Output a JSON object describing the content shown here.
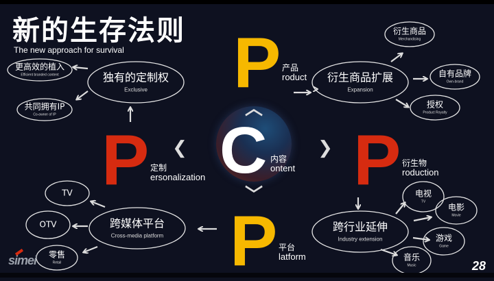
{
  "header": {
    "title": "新的生存法则",
    "subtitle": "The new approach for survival"
  },
  "center": {
    "letter": "C",
    "zh": "内容",
    "en": "ontent"
  },
  "ps": {
    "product": {
      "letter": "P",
      "zh": "产品",
      "en": "roduct"
    },
    "personalization": {
      "letter": "P",
      "zh": "定制",
      "en": "ersonalization"
    },
    "production": {
      "letter": "P",
      "zh": "衍生物",
      "en": "roduction"
    },
    "platform": {
      "letter": "P",
      "zh": "平台",
      "en": "latform"
    }
  },
  "chevrons": {
    "up": "︿",
    "down": "﹀",
    "left": "❮",
    "right": "❯"
  },
  "nodes": {
    "exclusive": {
      "zh": "独有的定制权",
      "en": "Exclusive"
    },
    "efficient": {
      "zh": "更高效的植入",
      "en": "Efficient branded content"
    },
    "coowner": {
      "zh": "共同拥有IP",
      "en": "Co-owner of IP"
    },
    "expansion": {
      "zh": "衍生商品扩展",
      "en": "Expansion"
    },
    "merch": {
      "zh": "衍生商品",
      "en": "Merchandising"
    },
    "ownbrand": {
      "zh": "自有品牌",
      "en": "Own-brand"
    },
    "royalty": {
      "zh": "授权",
      "en": "Product Royalty"
    },
    "crossmedia": {
      "zh": "跨媒体平台",
      "en": "Cross-media platform"
    },
    "tv_left": {
      "zh": "TV"
    },
    "otv": {
      "zh": "OTV"
    },
    "retail": {
      "zh": "零售",
      "en": "Retail"
    },
    "industry": {
      "zh": "跨行业延伸",
      "en": "Industry extension"
    },
    "tv_right": {
      "zh": "电视",
      "en": "TV"
    },
    "movie": {
      "zh": "电影",
      "en": "Movie"
    },
    "game": {
      "zh": "游戏",
      "en": "Game"
    },
    "music": {
      "zh": "音乐",
      "en": "Music"
    }
  },
  "footer": {
    "page": "28",
    "logo": "simei"
  },
  "colors": {
    "yellow": "#f6b800",
    "red": "#d62b10",
    "background": "#0e1120"
  }
}
